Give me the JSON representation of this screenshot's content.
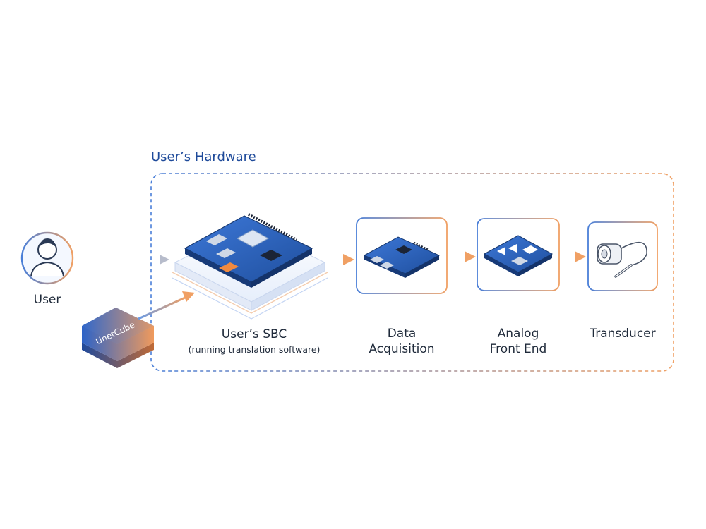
{
  "group": {
    "title": "User’s Hardware"
  },
  "nodes": {
    "user": {
      "label": "User"
    },
    "unetcube": {
      "label": "UnetCube"
    },
    "sbc": {
      "label": "User’s SBC",
      "sublabel": "(running translation software)"
    },
    "daq": {
      "label_line1": "Data",
      "label_line2": "Acquisition"
    },
    "afe": {
      "label_line1": "Analog",
      "label_line2": "Front End"
    },
    "transducer": {
      "label": "Transducer"
    }
  },
  "colors": {
    "blue": "#2f6fd6",
    "orange": "#f0a064",
    "title_blue": "#1e4a9a",
    "board_blue": "#2c5aa8"
  }
}
